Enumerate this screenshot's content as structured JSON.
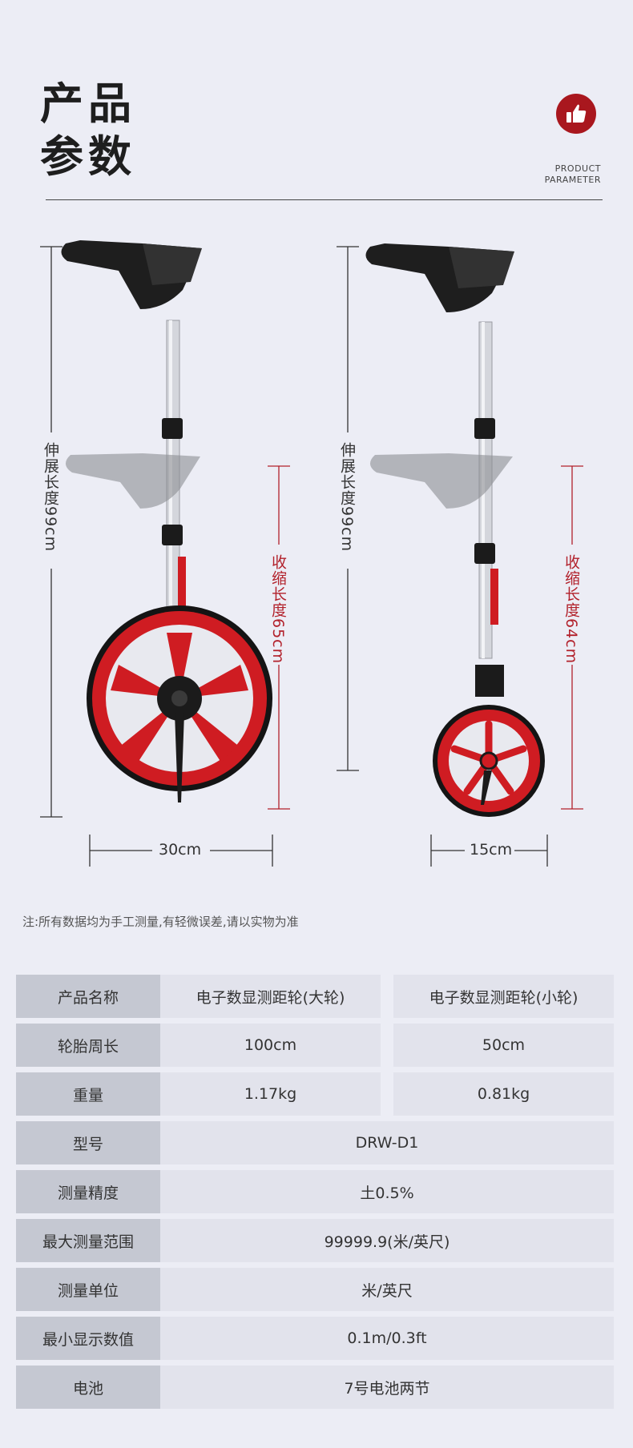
{
  "header": {
    "title_line1": "产品",
    "title_line2": "参数",
    "subtitle_line1": "PRODUCT",
    "subtitle_line2": "PARAMETER",
    "badge_icon": "thumbs-up-icon",
    "badge_color": "#a9171e"
  },
  "diagram": {
    "large_wheel": {
      "extended_label": "伸展长度99cm",
      "folded_label": "收缩长度65cm",
      "width_label": "30cm"
    },
    "small_wheel": {
      "extended_label": "伸展长度99cm",
      "folded_label": "收缩长度64cm",
      "width_label": "15cm"
    },
    "accent_color": "#cf1c22"
  },
  "note": "注:所有数据均为手工测量,有轻微误差,请以实物为准",
  "specs": {
    "rows_two": [
      {
        "label": "产品名称",
        "large": "电子数显测距轮(大轮)",
        "small": "电子数显测距轮(小轮)"
      },
      {
        "label": "轮胎周长",
        "large": "100cm",
        "small": "50cm"
      },
      {
        "label": "重量",
        "large": "1.17kg",
        "small": "0.81kg"
      }
    ],
    "rows_one": [
      {
        "label": "型号",
        "value": "DRW-D1"
      },
      {
        "label": "测量精度",
        "value": "土0.5%"
      },
      {
        "label": "最大测量范围",
        "value": "99999.9(米/英尺)"
      },
      {
        "label": "测量单位",
        "value": "米/英尺"
      },
      {
        "label": "最小显示数值",
        "value": "0.1m/0.3ft"
      },
      {
        "label": "电池",
        "value": "7号电池两节"
      }
    ]
  }
}
